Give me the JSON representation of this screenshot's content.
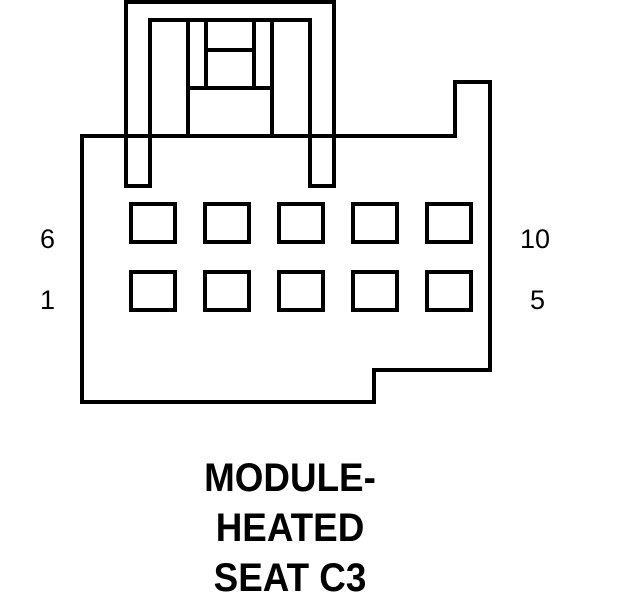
{
  "connector": {
    "pin_labels": {
      "top_left": "6",
      "top_right": "10",
      "bottom_left": "1",
      "bottom_right": "5"
    },
    "pin_rows": 2,
    "pins_per_row": 5,
    "colors": {
      "stroke": "#000000",
      "background": "#ffffff"
    }
  },
  "caption": {
    "line1": "MODULE-",
    "line2": "HEATED",
    "line3": "SEAT C3"
  }
}
